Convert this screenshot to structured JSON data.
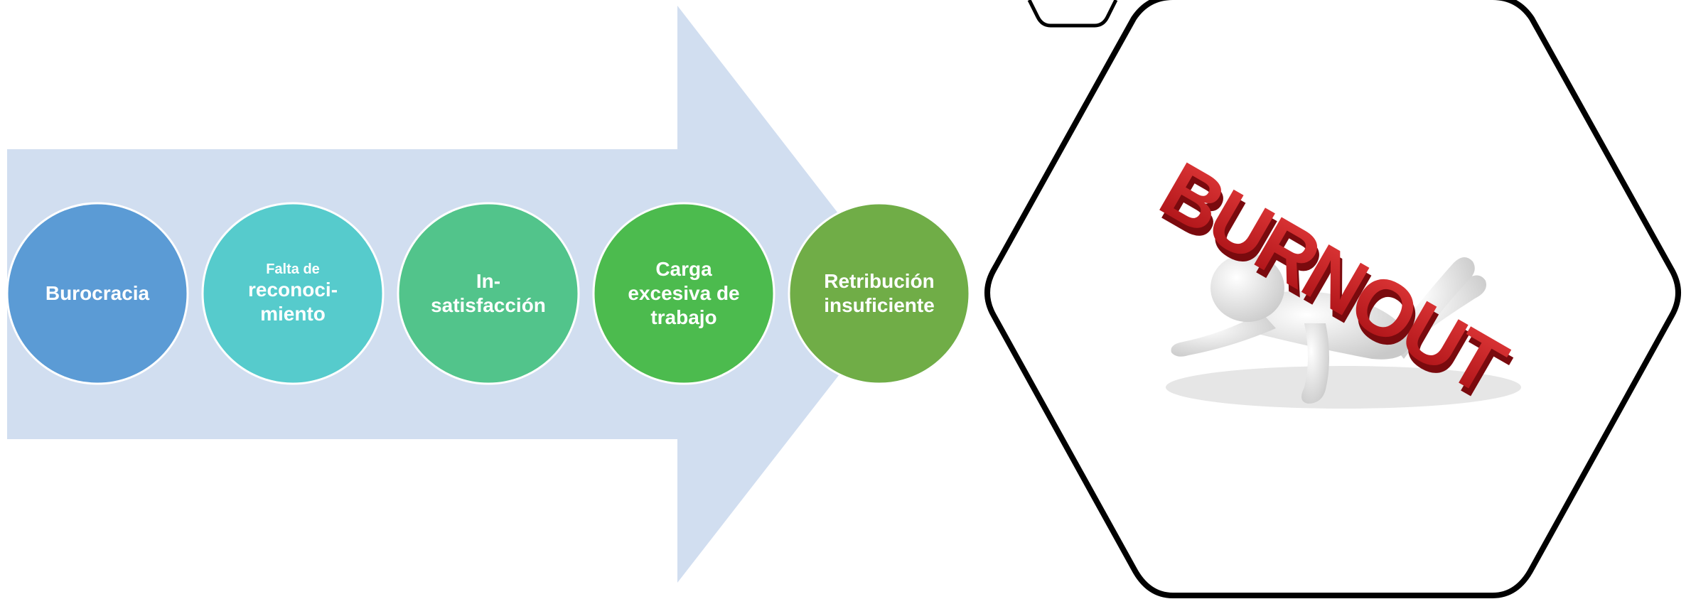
{
  "diagram": {
    "steps": [
      {
        "lines": [
          "Burocracia"
        ],
        "color": "#5b9bd5"
      },
      {
        "lines": [
          "Falta de",
          "reconoci-",
          "miento"
        ],
        "color": "#56cbcc"
      },
      {
        "lines": [
          "In-",
          "satisfacción"
        ],
        "color": "#52c48b"
      },
      {
        "lines": [
          "Carga",
          "excesiva de",
          "trabajo"
        ],
        "color": "#4cbb4e"
      },
      {
        "lines": [
          "Retribución",
          "insuficiente"
        ],
        "color": "#70ad47"
      }
    ],
    "arrow_color": "#d1def0",
    "result_image": {
      "word": "BURNOUT",
      "word_color": "#c8161d",
      "figure_color": "#ececec"
    }
  }
}
